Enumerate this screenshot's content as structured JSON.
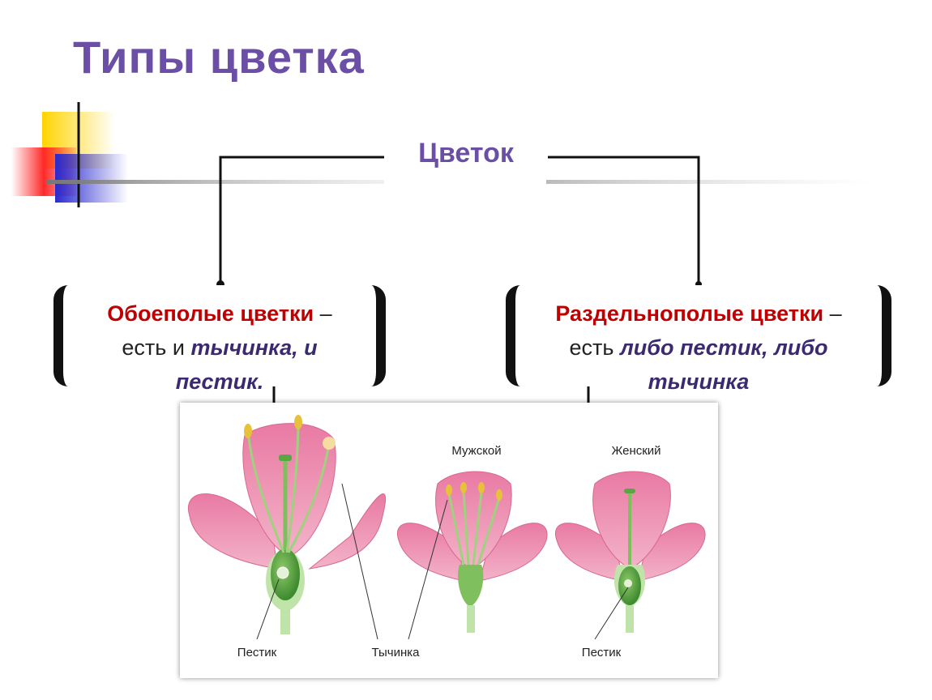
{
  "title": "Типы цветка",
  "root": {
    "label": "Цветок"
  },
  "left": {
    "heading": "Обоеполые цветки",
    "dash": " –",
    "line2_plain": "есть и ",
    "line2_em": "тычинка, и",
    "line3_em": "пестик."
  },
  "right": {
    "heading": "Раздельнополые  цветки",
    "dash": " –",
    "line2_plain": "есть ",
    "line2_em": "либо пестик, либо",
    "line3_em": "тычинка"
  },
  "figure": {
    "label_male": "Мужской",
    "label_female": "Женский",
    "label_pistil_left": "Пестик",
    "label_stamen": "Тычинка",
    "label_pistil_right": "Пестик"
  },
  "colors": {
    "title": "#6b4fa6",
    "heading": "#c00000",
    "emphasis": "#3b2a70",
    "petal": "#ea8fb1",
    "petal_dark": "#d8688f",
    "pistil": "#4f9a3c",
    "stamen": "#e8c13a"
  }
}
